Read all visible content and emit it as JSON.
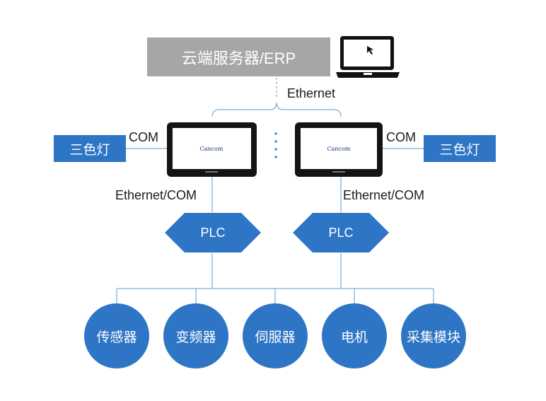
{
  "server": {
    "label": "云端服务器/ERP"
  },
  "links": {
    "ethernet": "Ethernet",
    "com_left": "COM",
    "com_right": "COM",
    "ethernet_com_left": "Ethernet/COM",
    "ethernet_com_right": "Ethernet/COM"
  },
  "lights": {
    "left": "三色灯",
    "right": "三色灯"
  },
  "hmi": {
    "brand": "Cancom"
  },
  "plc": {
    "left": "PLC",
    "right": "PLC"
  },
  "devices": [
    "传感器",
    "变频器",
    "伺服器",
    "电机",
    "采集模块"
  ],
  "colors": {
    "accent": "#2e75c6",
    "server": "#a6a6a6",
    "line": "#5b9bd5"
  }
}
